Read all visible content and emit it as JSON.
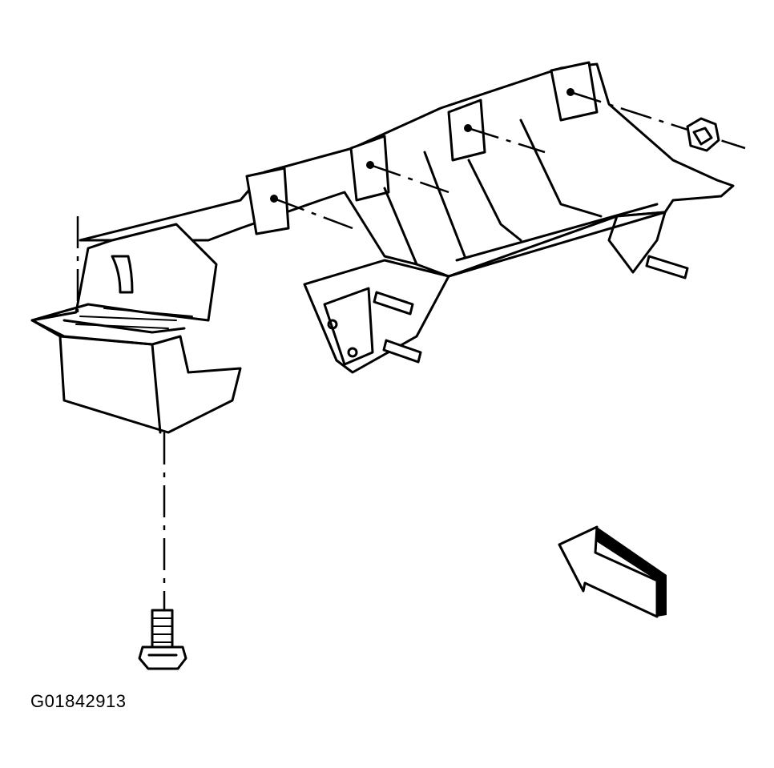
{
  "figure": {
    "id_label": "G01842913"
  },
  "parts": [
    {
      "name": "mounting-bracket",
      "icon": "bracket-assembly"
    },
    {
      "name": "hex-nut",
      "icon": "nut-icon"
    },
    {
      "name": "flange-bolt",
      "icon": "bolt-icon"
    },
    {
      "name": "stud",
      "icon": "stud-icon"
    }
  ],
  "indicators": {
    "direction_arrow": "front-direction-arrow-icon"
  }
}
